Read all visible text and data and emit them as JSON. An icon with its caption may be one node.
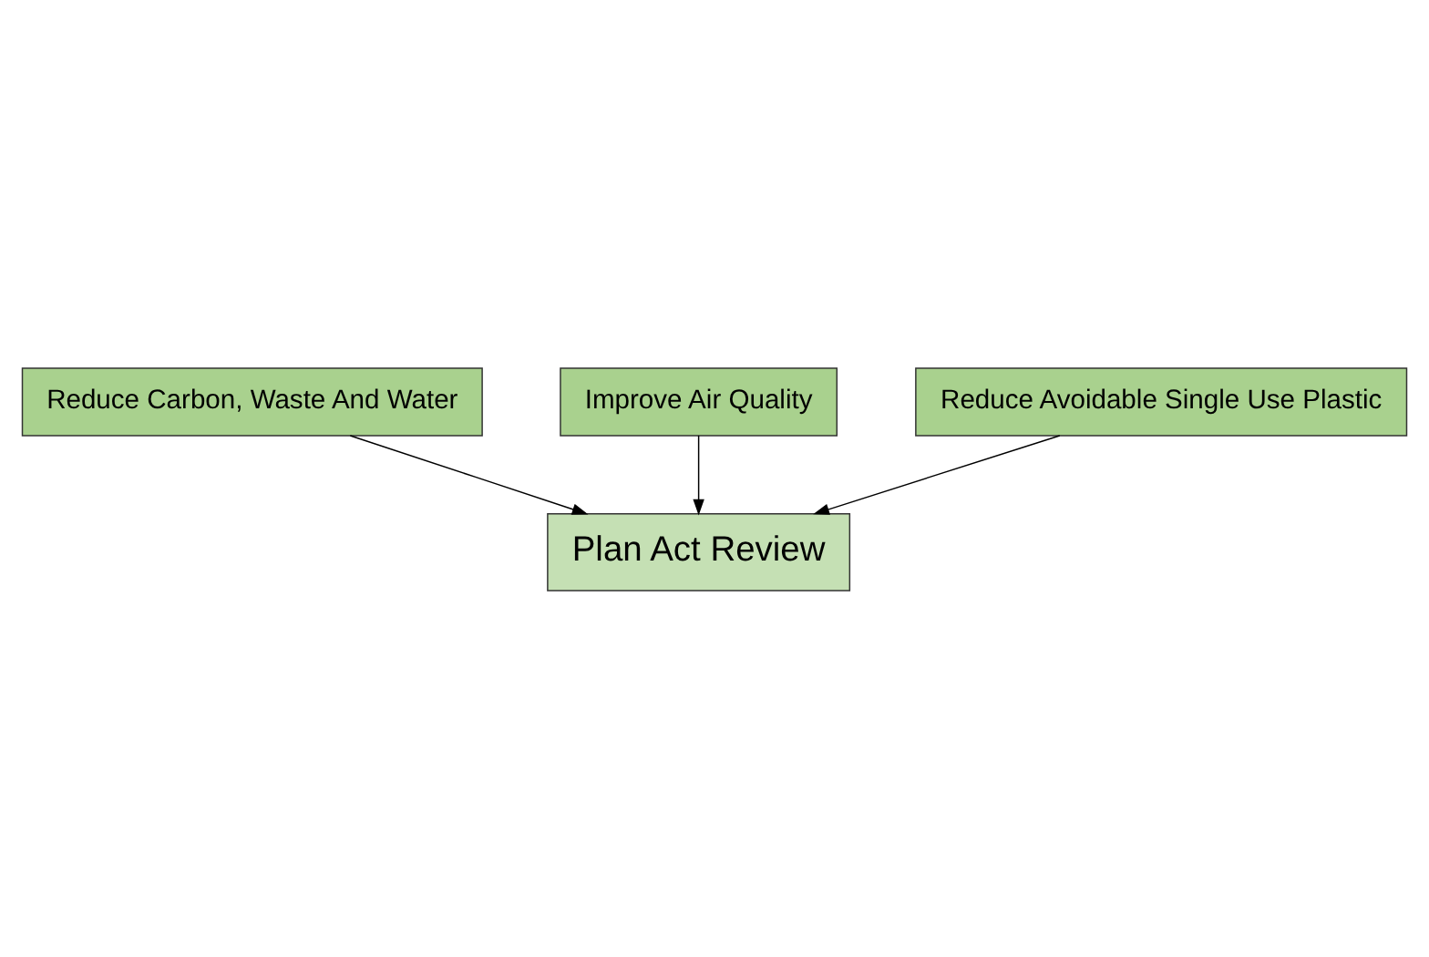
{
  "diagram": {
    "nodes": [
      {
        "text": [
          "Reduce Carbon, Waste And Water"
        ]
      },
      {
        "text": [
          "Improve Air Quality"
        ]
      },
      {
        "text": [
          "Reduce Avoidable Single Use Plastic"
        ]
      },
      {
        "text": [
          "Plan Act Review"
        ]
      }
    ],
    "edges": [
      {
        "from": 0,
        "to": 3,
        "arrow": "to"
      },
      {
        "from": 1,
        "to": 3,
        "arrow": "to"
      },
      {
        "from": 2,
        "to": 3,
        "arrow": "to"
      }
    ]
  }
}
